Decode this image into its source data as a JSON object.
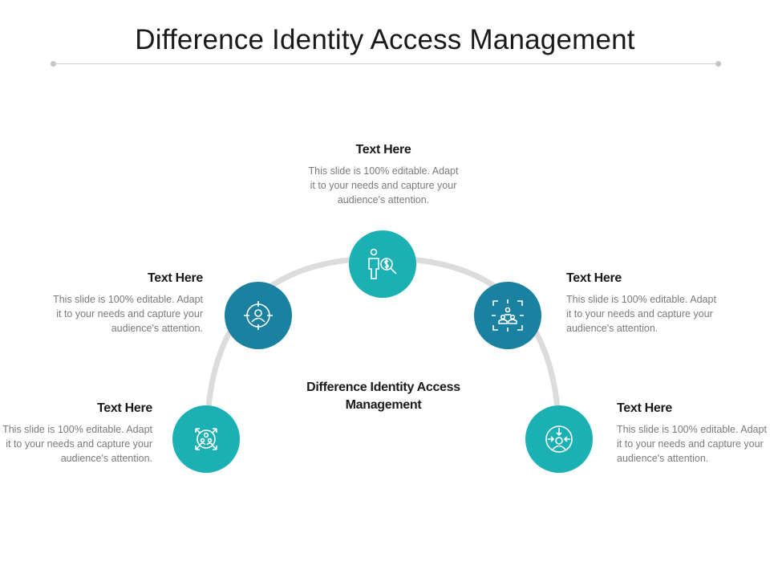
{
  "title": "Difference Identity Access Management",
  "center_label": "Difference Identity Access Management",
  "colors": {
    "teal": "#1bb1b4",
    "blue": "#1a81a1",
    "arc": "#dcdcdc"
  },
  "items": [
    {
      "heading": "Text Here",
      "body": "This slide is 100% editable. Adapt it to your needs and capture your audience's attention.",
      "icon": "arrows-group-icon"
    },
    {
      "heading": "Text Here",
      "body": "This slide is 100% editable. Adapt it to your needs and capture your audience's attention.",
      "icon": "user-target-icon"
    },
    {
      "heading": "Text Here",
      "body": "This slide is 100% editable. Adapt it to your needs and capture your audience's attention.",
      "icon": "person-money-search-icon"
    },
    {
      "heading": "Text Here",
      "body": "This slide is 100% editable. Adapt it to your needs and capture your audience's attention.",
      "icon": "group-focus-icon"
    },
    {
      "heading": "Text Here",
      "body": "This slide is 100% editable. Adapt it to your needs and capture your audience's attention.",
      "icon": "user-arrows-inward-icon"
    }
  ]
}
